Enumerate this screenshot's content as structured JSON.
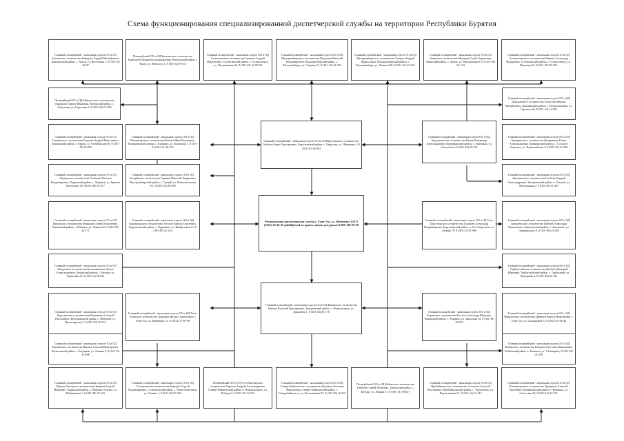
{
  "title": "Схема функционирования специализированной диспетчерской службы на территории Республики Бурятия",
  "center": "Региональная диспетчерская служба г. Улан-Удэ, ул. Шевченко 12Б 8 (3012) 29-44-45 pitfall@mvd.ru прием заявок дежурным 8-800-100-50-00",
  "boxes": {
    "top_1": "Главный полицейский - начальник отдела ОО и ОД Ангинского лесничества Баяндаев Андрей Михайлович, Джидинский район, с. Ангоя, ул. Восточная 1, 8 (301-34) 46-87",
    "top_2": "Полицейский ОО и ОД Кяхтинского лесничества Борбодоев Дашин Бальжинимаевич, Кяхтинский район, г. Кяхта, ул. Невского 1, 8 (301-42) 91-43",
    "top_3": "Главный полицейский - начальник отдела ОО и ОД Селенгинского лесничества Бадмаев Андрей Жаргалович, Селенгинский район, г. Гусиноозерск, ул. Пограничная 35, 8 (301-45) 42-99-98",
    "top_4": "Главный полицейский - начальник отдела ОО и ОД Мухоршибирского лесничества Цыдыпов Николай Владимирович, Мухоршибирский район, с. Мухоршибирь, ул. Озерная 21, 8 (301-43) 34-291",
    "top_5": "Главный полицейский - начальник отдела ОО и ОД Мухоршибирского лесничества Очиров Андрей Жаргалович, Мухоршибирский район, с. Мухоршибирь, ул. Ленина 200, 8 (301-43) 22-326",
    "top_6": "Главный полицейский - начальник отдела ОО и ОД Окинского лесничества Мункуев Сумбэ Борисович, Окинский район, с. Орлик, ул. Молодежная 15, 8 (301-50) 51-194",
    "top_7": "Главный полицейский - начальник отдела ОО и ОД Гусиноозерского лесничества Иванов Александр Федорович, Селенгинский район, г. Гусиноозерск, ул. Пушкина 16, 8 (301-45) 99-495",
    "l_2": "Полицейский ОО и ОД Байкальского лесничества Ендонова Лариса Ивановна, Кабанский район, г. Бабушкин, ул. Береговая 3, 8 (301-38) 79-390",
    "r_2": "Главный полицейский - начальник отдела ОО и ОД Джидинского лесничества Алексеев Максим Михайлович, Джидинский район, с. Петропавловка, ул. Горького 64, 8 (301-34) 41-302",
    "l_3": "Главный полицейский - начальник отдела ОО и ОД Тункинского лесничества Бадмаев Андрей Николаевич, Тункинский район, с. Кырен, ул. Октябрьская 89, 8 (301-47) 54-879",
    "l2_3": "Главный полицейский - начальник отдела ОО и ОД Кижингинского лесничества Кокоев Иван Бадмаевич, Кижингинский район, с. Кижинга, ул. Калинина 1, 8 (301-41) 99-211, 99-212",
    "c_3": "Главный полицейский - начальник отдела ОО и ОД Баргузинского лесничества Гомбоев Борис Григорьевич, Баргузинский район, с. Баргузин, ул. Шевченко 4, 8 (301-31) 26-824",
    "r2_3": "Главный полицейский - начальник отдела ОО и ОД Курумканского лесничества Батуев Владимир Александрович, Курумканский район, с. Курумкан, ул. Советская 2, 8 (301-49) 59-314",
    "r_3": "Главный полицейский - начальник отдела ОО и ОД Еравнинского лесничества Куприянова Елена Александровна, Еравнинский район, с. Сосново-Озерское, ул. Первомайская 3, 8 (301-35) 21-690",
    "l_4": "Главный полицейский - начальник отдела ОО и ОД Хоринского лесничества Гомбоева Наталья Владимировна, Хоринский район, с. Хоринск, ул. Братьев Кочетовых 26, 8 (301-48) 14-477",
    "l2_4": "Главный полицейский - начальник отдела ОО и ОД Тугнуйского лесничества Гармаев Николай Андреевич, Мухоршибирский район, с. Тугнуй, ул. Комсомольская 9/2, 8 (301-43) 28-050",
    "r_4": "Главный полицейский - начальник отдела ОО и ОД Заиграевского лесничества Гомбоев Андрей Александрович, Заиграевский район, п. Онохой, ул. Молодежная 2, 8 (301-36) 41-435",
    "l_5": "Главный полицейский - начальник отдела ОО и ОД Кабанского лесничества Миронов Сергей Георгиевич, Кабанский район, с. Кабанск, ул. Ленина 65, 8 (301-38) 41-171",
    "l2_5": "Главный полицейский - начальник отдела ОО и ОД Курумканского лесничества Тугутов Виктор Сергеевич, Курумканский район, с. Курумкан, ул. Набережная 13, 8 (301-49) 41-214",
    "c2_5": "Главный полицейский - начальник отдела ОО и ОД Усть-Баргузинского лесничества Доржиев Александр Владимирович, Баргузинский район, п. Усть-Баргузин, ул. Ленина 79, 8 (301-31) 91-996",
    "r_5": "Главный полицейский - начальник отдела ОО и ОД Заиграевского лесничества Шабаев Александр Николаевич, Заиграевский район, п. Заиграево, ул. Октябрьская 19, 8 (301-36) 41-623",
    "l_6": "Главный полицейский - начальник отдела ОО и ОД Бичурского лесничества Бальжинимаев Артем Александрович, Бичурский район, с. Бичура, ул. Трактовая 31, 8 (301-33) 56-621",
    "r_6": "Главный полицейский - начальник отдела ОО и ОД Тарбагатайского лесничества Дамбаев Дмитрий Юрьевич, Тарбагатайский район, с. Тарбагатай, ул. Подгорная 2, 8 (301-46) 56-441",
    "l_7": "Главный полицейский - начальник отдела ОО и ОД Баргузинского лесничества Вершинин Алексей Васильевич, Курумканский район, с. Майский, ул. Пролетарская 2, 8 (301-49) 93-274",
    "l2_7": "Главный полицейский - начальник отдела ОО и ОД Улан-Удэнского лесничества Доржиев Михаил Артемович, г. Улан-Удэ, ул. Шевченко 14, 8 (3012) 37-07-66",
    "c_7": "Главный полицейский - начальник отдела ОО и ОД Кабанского лесничества Иванов Василий Григорьевич, Заиграевский район, с. Новоильинск, ул. Доржиева 1, 8 (301-36) 45-176",
    "c2_7": "Главный полицейский - начальник отдела ОО и ОД Хоринского лесничества Гуслов Александр Юрьевич, Хоринский район, с. Хоринск, ул. Заводская 44, 8 (301-48) 23-634",
    "r_7": "Главный полицейский - начальник отдела ОО и ОД Никольского лесничества Дамбаев Виктор Николаевич, г. Улан-Удэ, ул. Сахьяновой 3, 8 (3012) 25-46-42",
    "l_8": "Главный полицейский - начальник отдела ОО и ОД Витимского лесничества Наумов Алексей Викторович, Баунтовский район, с. Багдарин, ул. Ленина 6, 8 (301-53) 41-696",
    "r_8": "Главный полицейский - начальник отдела ОО и ОД Кабанского лесничества Бабурин Светлана Николаевна, Кабанский район, п. Каменск, ул. 3-й квартал, 8 (301-38) 41-356",
    "bot_1": "Главный полицейский - начальник отдела ОО и ОД Верхне-Талецкого лесничества Цыренов Сергей Иванович, Хоринский район, с. Верхние Талецы, ул. Набережная 1, 8 (301-48) 25-125",
    "bot_2": "Главный полицейский - начальник отдела ОО и ОД Селенгинского лесничества Бородин Сергей Владимирович, Селенгинский район, с. Новоселенгинск, ул. Ленина 1, 8 (301-45) 96-544",
    "bot_3": "Полицейский ОО и ОД Усть-Кяхтинского лесничества Гармаев Андрей Александрович, Северо-Байкальский район, п. Нижнеангарск, ул. Победы 6, 8 (301-30) 44-215",
    "bot_4": "Главный полицейский - начальник отдела ОО и ОД Северо-Байкальского лесничества Куликов Светлана Николаевна, Северо-Байкальский район, г. Северобайкальск, ул. Космонавтов 87, 8 (301-30) 42-367",
    "bot_5": "Полицейский ОО и ОД Кабанского лесничества Гомбоев Сергей Петрович, Бичурский район, с. Бичура, ул. Ленина 51, 8 (301-33) 56-627",
    "bot_6": "Главный полицейский - начальник отдела ОО и ОД Прибайкальского лесничества Алексеев Алексей Васильевич, Прибайкальский район, с. Турунтаево, ул. Партизанская 51, 8 (301-44) 41-413",
    "bot_7": "Главный полицейский - начальник отдела ОО и ОД Кижингинского лесничества Трофимов Алексей Сергеевич, Кижингинский район, с. Кижинга, ул. Советская 25, 8 (301-41) 32-472"
  }
}
